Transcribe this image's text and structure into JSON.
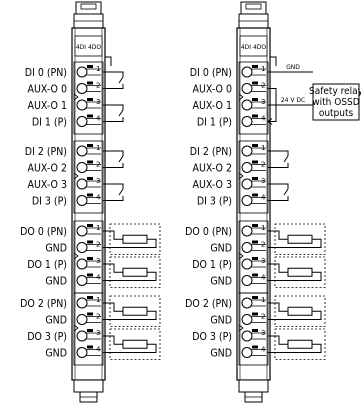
{
  "module_label": "4DI 4DO",
  "pin_numbers": [
    "1",
    "2",
    "3",
    "4"
  ],
  "blocks": [
    {
      "labels": [
        "DI 0 (PN)",
        "AUX-O 0",
        "AUX-O 1",
        "DI 1 (P)"
      ],
      "kind": "input"
    },
    {
      "labels": [
        "DI 2 (PN)",
        "AUX-O 2",
        "AUX-O 3",
        "DI 3 (P)"
      ],
      "kind": "input"
    },
    {
      "labels": [
        "DO 0 (PN)",
        "GND",
        "DO 1 (P)",
        "GND"
      ],
      "kind": "output"
    },
    {
      "labels": [
        "DO 2 (PN)",
        "GND",
        "DO 3 (P)",
        "GND"
      ],
      "kind": "output"
    }
  ],
  "relay": {
    "lines": [
      "Safety relay",
      "with OSSD",
      "outputs"
    ],
    "gnd_label": "GND",
    "voltage_label": "24 V DC"
  }
}
